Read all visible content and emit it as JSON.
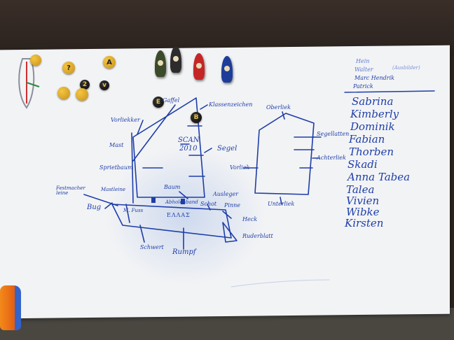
{
  "labels": {
    "gaff": "Gaffel",
    "class_sign": "Klassenzeichen",
    "forward_leech": "Vorliekker",
    "mast": "Mast",
    "sail_name": "SCAN",
    "sail_year": "2010",
    "sail": "Segel",
    "sprit": "Sprietbaum",
    "boom": "Baum",
    "mast_line": "Festmacher leine",
    "centerline": "Mastleine",
    "bow": "Bug",
    "mast_foot": "M. Fuss",
    "boom_fitting": "Abholenband",
    "boat_name": "ΕΛΛΑΣ",
    "sch": "Schot",
    "outrigger": "Ausleger",
    "tiller": "Pinne",
    "stern": "Heck",
    "rudder_blade": "Ruderblatt",
    "centerboard": "Schwert",
    "hull": "Rumpf",
    "upper_leech": "Oberliek",
    "battens": "Segellatten",
    "leech": "Achterliek",
    "luff": "Vorliek",
    "foot": "Unterliek"
  },
  "group_header": {
    "line1": "Hein",
    "line2": "Walter",
    "line3": "Marc Hendrik",
    "line4": "Patrick",
    "aside": "(Ausbilder)"
  },
  "names": [
    "Sabrina",
    "Kimberly",
    "Dominik",
    "Fabian",
    "Thorben",
    "Skadi",
    "Anna Tabea",
    "Talea",
    "Vivien",
    "Wibke",
    "Kirsten"
  ],
  "magnets": [
    {
      "text": "?"
    },
    {
      "text": "A"
    },
    {
      "text": "2"
    },
    {
      "text": "v"
    },
    {
      "text": "E"
    },
    {
      "text": "B"
    }
  ],
  "colors": {
    "marker": "#1e3ea8",
    "board": "#f2f3f5"
  }
}
